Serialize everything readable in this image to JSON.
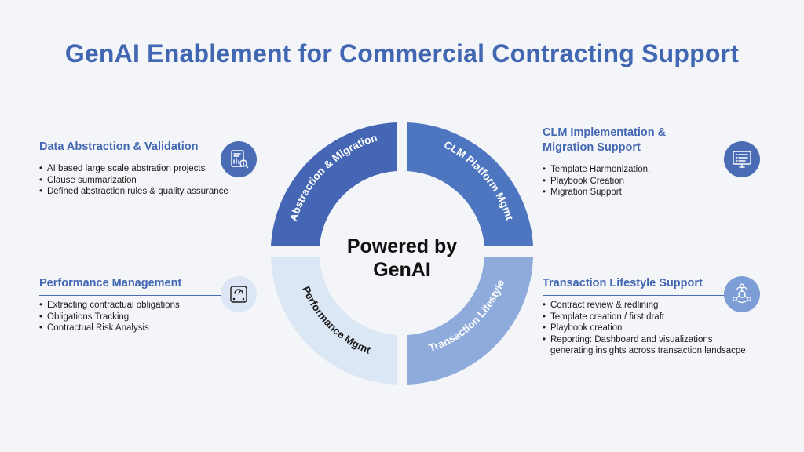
{
  "title": "GenAI Enablement for Commercial Contracting Support",
  "center": {
    "line1": "Powered by",
    "line2": "GenAI"
  },
  "segments": [
    {
      "label": "Abstraction & Migration",
      "color": "#4466b4",
      "text_color": "#ffffff"
    },
    {
      "label": "CLM Platform Mgmt",
      "color": "#4e75c0",
      "text_color": "#ffffff"
    },
    {
      "label": "Transaction Lifestyle",
      "color": "#8fabdb",
      "text_color": "#ffffff"
    },
    {
      "label": "Performance Mgmt",
      "color": "#dce7f5",
      "text_color": "#1c1c1c"
    }
  ],
  "panels": {
    "top_left": {
      "heading": "Data Abstraction & Validation",
      "bullets": [
        "AI based large scale abstration projects",
        "Clause summarization",
        "Defined abstraction rules & quality assurance"
      ],
      "icon": "document-analytics-icon"
    },
    "top_right": {
      "heading_line1": "CLM Implementation &",
      "heading_line2": "Migration Support",
      "bullets": [
        "Template Harmonization,",
        "Playbook Creation",
        "Migration Support"
      ],
      "icon": "monitor-checklist-icon"
    },
    "bottom_left": {
      "heading": "Performance Management",
      "bullets": [
        "Extracting contractual obligations",
        "Obligations Tracking",
        "Contractual Risk Analysis"
      ],
      "icon": "scale-gauge-icon"
    },
    "bottom_right": {
      "heading": "Transaction Lifestyle Support",
      "bullets": [
        "Contract review & redlining",
        "Template creation / first draft",
        "Playbook creation",
        "Reporting: Dashboard and visualizations",
        "generating insights across transaction landsacpe"
      ],
      "icon": "network-cycle-icon"
    }
  }
}
